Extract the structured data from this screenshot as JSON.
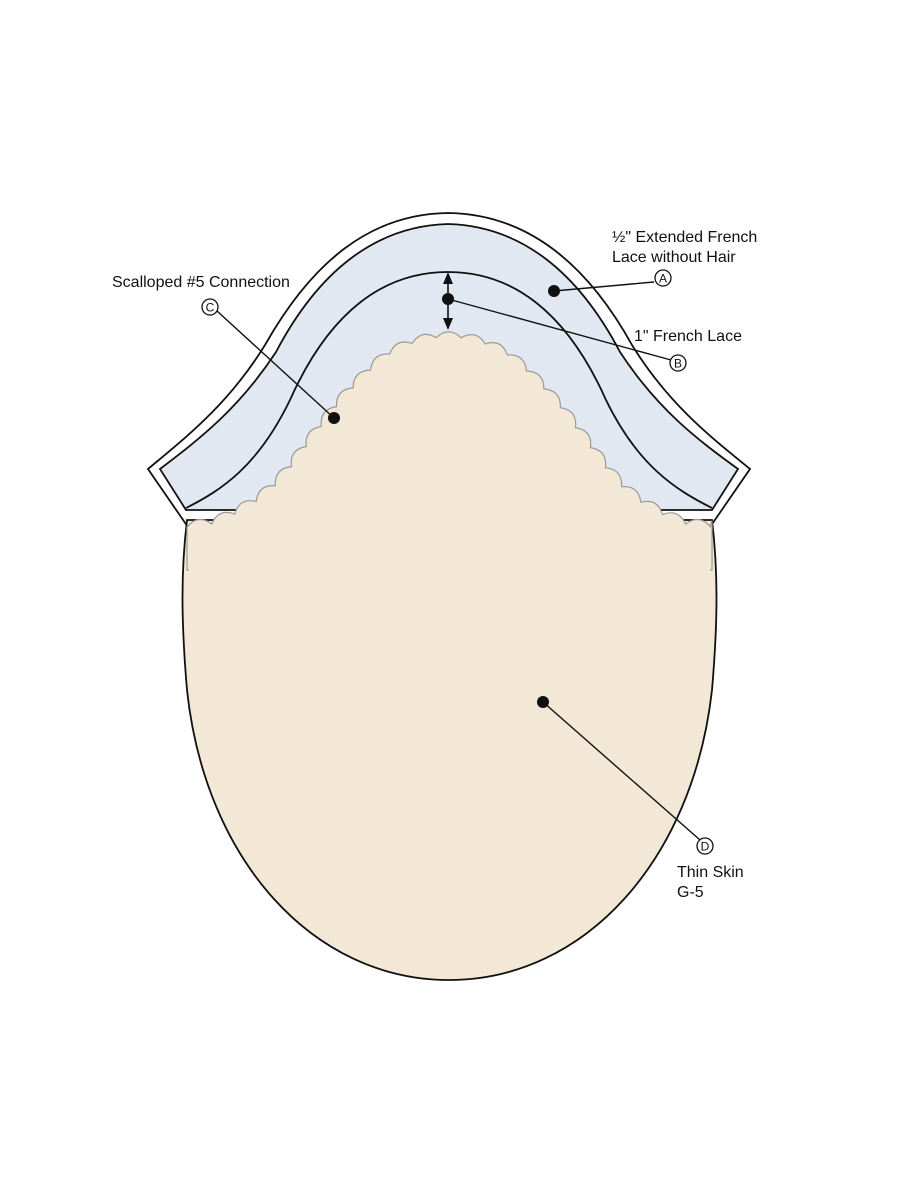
{
  "callouts": {
    "a": {
      "badge": "A",
      "label_line1": "½\" Extended French",
      "label_line2": "Lace without Hair"
    },
    "b": {
      "badge": "B",
      "label_line1": "1\" French Lace"
    },
    "c": {
      "badge": "C",
      "label_line1": "Scalloped #5 Connection"
    },
    "d": {
      "badge": "D",
      "label_line1": "Thin Skin",
      "label_line2": "G-5"
    }
  },
  "colors": {
    "lace": "#e1e8f2",
    "skin": "#f3e7d6",
    "outline": "#111111",
    "scallop_edge": "#9a9a9a",
    "background": "#ffffff"
  }
}
